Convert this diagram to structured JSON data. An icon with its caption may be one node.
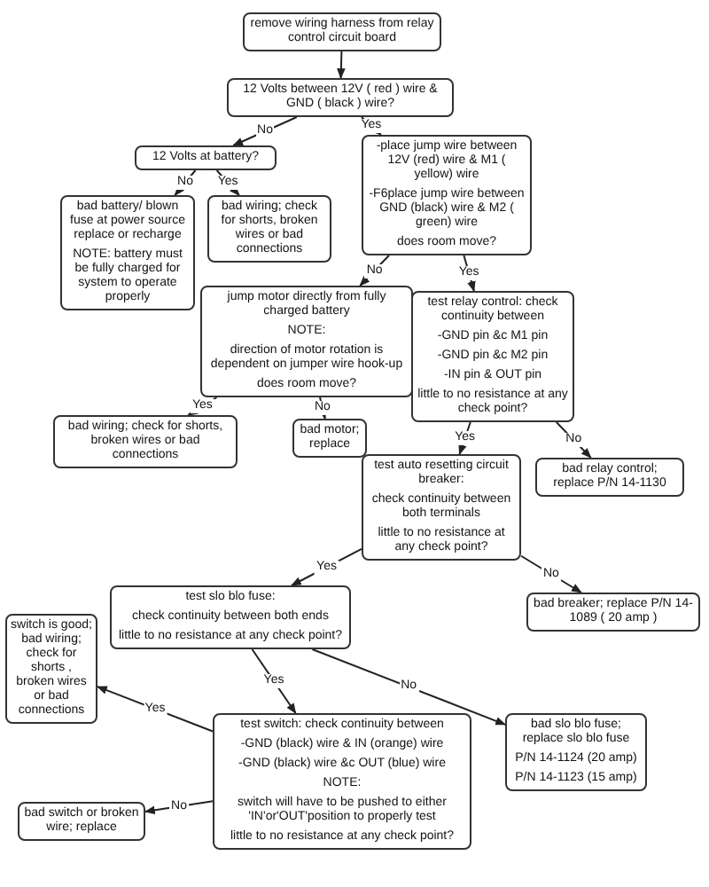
{
  "diagram": {
    "nodes": [
      {
        "text": [
          "remove wiring harness from relay control circuit board"
        ]
      },
      {
        "text": [
          "12 Volts between 12V ( red ) wire & GND ( black ) wire?"
        ]
      },
      {
        "text": [
          "12 Volts at battery?"
        ]
      },
      {
        "text": [
          "bad battery/ blown fuse at power source replace or recharge",
          "NOTE: battery must be fully charged for system to operate properly"
        ]
      },
      {
        "text": [
          "bad wiring; check for shorts, broken wires or bad connections"
        ]
      },
      {
        "text": [
          "-place jump wire between 12V (red) wire & M1 ( yellow) wire",
          "-F6place jump wire between GND (black) wire & M2 ( green) wire",
          "does room move?"
        ]
      },
      {
        "text": [
          "jump motor directly from fully charged battery",
          "NOTE:",
          "direction of motor rotation is dependent on jumper wire hook-up",
          "does room move?"
        ]
      },
      {
        "text": [
          "test relay control: check continuity between",
          "-GND pin &c M1 pin",
          "-GND pin &c M2 pin",
          "-IN pin & OUT pin",
          "little to no resistance at any check point?"
        ]
      },
      {
        "text": [
          "bad wiring; check for shorts, broken wires or bad connections"
        ]
      },
      {
        "text": [
          "bad motor; replace"
        ]
      },
      {
        "text": [
          "bad relay control; replace P/N 14-1130"
        ]
      },
      {
        "text": [
          "test auto resetting circuit breaker:",
          "check continuity between both terminals",
          "little to no resistance at any check point?"
        ]
      },
      {
        "text": [
          "test slo blo fuse:",
          "check continuity between both ends",
          "little to no resistance at any check point?"
        ]
      },
      {
        "text": [
          "bad breaker; replace P/N 14-1089 ( 20 amp )"
        ]
      },
      {
        "text": [
          "switch is good; bad wiring; check for shorts , broken wires or bad connections"
        ]
      },
      {
        "text": [
          "bad slo blo fuse; replace slo blo fuse",
          "P/N 14-1124 (20 amp)",
          "P/N 14-1123 (15 amp)"
        ]
      },
      {
        "text": [
          "test switch: check continuity between",
          "-GND (black) wire & IN (orange) wire",
          "-GND (black) wire &c OUT (blue) wire",
          "NOTE:",
          "switch will have to be pushed to either 'IN'or'OUT'position to properly test",
          "little to no resistance at any check point?"
        ]
      },
      {
        "text": [
          "bad switch or broken wire; replace"
        ]
      }
    ],
    "edges": [
      {
        "from": 0,
        "to": 1,
        "arrow": "to"
      },
      {
        "from": 1,
        "to": 2,
        "arrow": "to",
        "label": "No"
      },
      {
        "from": 1,
        "to": 5,
        "arrow": "to",
        "label": "Yes"
      },
      {
        "from": 2,
        "to": 3,
        "arrow": "to",
        "label": "No"
      },
      {
        "from": 2,
        "to": 4,
        "arrow": "to",
        "label": "Yes"
      },
      {
        "from": 5,
        "to": 6,
        "arrow": "to",
        "label": "No"
      },
      {
        "from": 5,
        "to": 7,
        "arrow": "to",
        "label": "Yes"
      },
      {
        "from": 6,
        "to": 8,
        "arrow": "to",
        "label": "Yes"
      },
      {
        "from": 6,
        "to": 9,
        "arrow": "to",
        "label": "No"
      },
      {
        "from": 7,
        "to": 11,
        "arrow": "to",
        "label": "Yes"
      },
      {
        "from": 7,
        "to": 10,
        "arrow": "to",
        "label": "No"
      },
      {
        "from": 11,
        "to": 12,
        "arrow": "to",
        "label": "Yes"
      },
      {
        "from": 11,
        "to": 13,
        "arrow": "to",
        "label": "No"
      },
      {
        "from": 12,
        "to": 16,
        "arrow": "to",
        "label": "Yes"
      },
      {
        "from": 12,
        "to": 15,
        "arrow": "to",
        "label": "No"
      },
      {
        "from": 16,
        "to": 14,
        "arrow": "to",
        "label": "Yes"
      },
      {
        "from": 16,
        "to": 17,
        "arrow": "to",
        "label": "No"
      }
    ]
  }
}
